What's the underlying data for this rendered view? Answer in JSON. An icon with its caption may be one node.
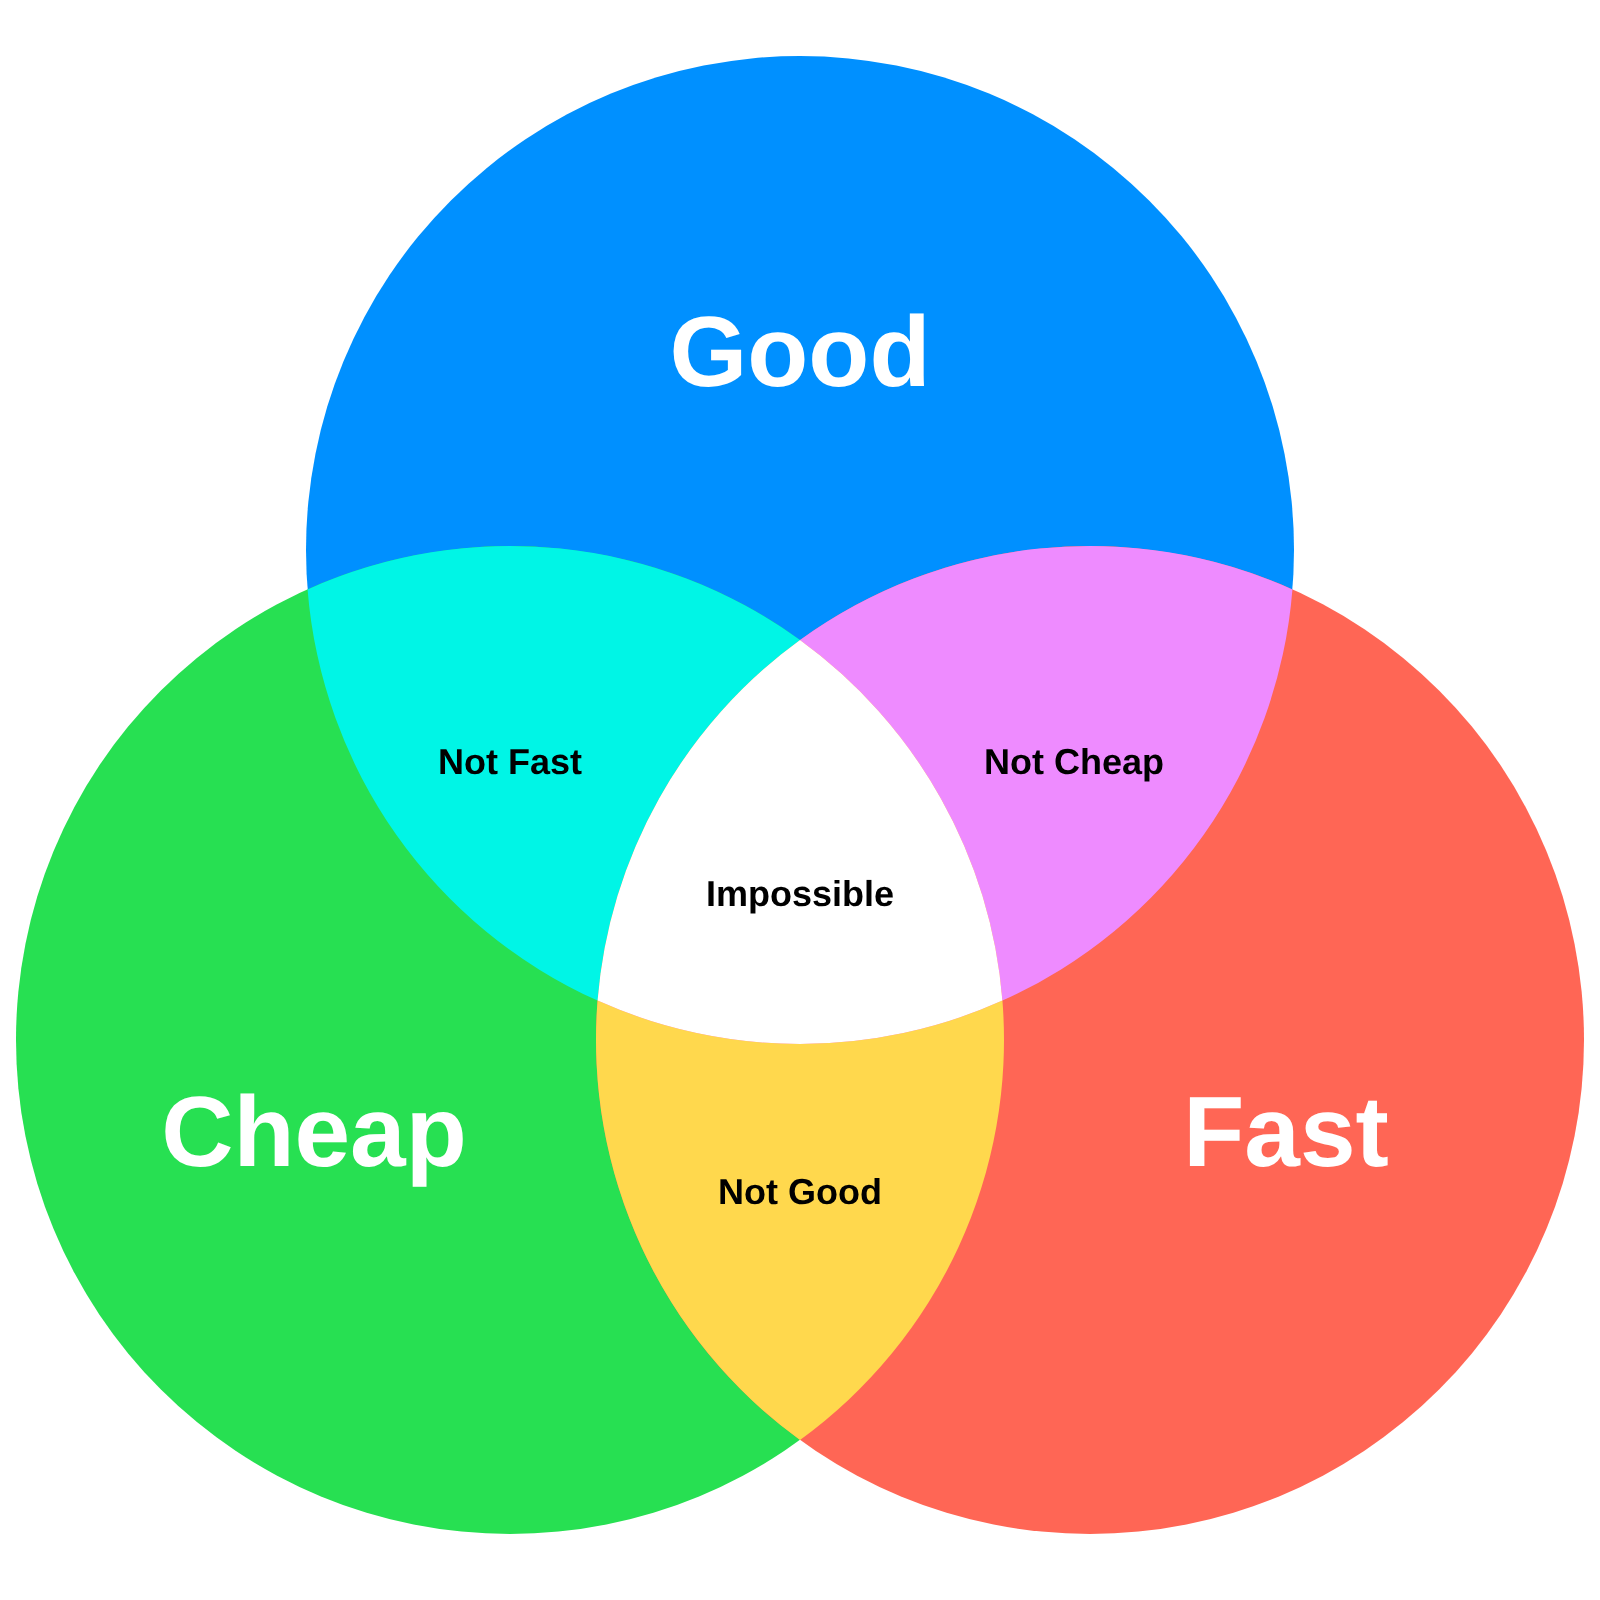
{
  "diagram": {
    "nodes": [
      {
        "text": [
          "Good"
        ]
      },
      {
        "text": [
          "Not Fast"
        ]
      },
      {
        "text": [
          "Not Cheap"
        ]
      },
      {
        "text": [
          "Impossible"
        ]
      },
      {
        "text": [
          "Cheap"
        ]
      },
      {
        "text": [
          "Fast"
        ]
      },
      {
        "text": [
          "Not Good"
        ]
      }
    ]
  }
}
